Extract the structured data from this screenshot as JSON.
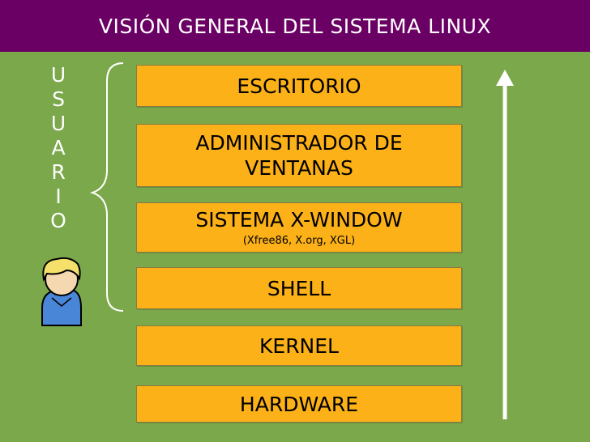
{
  "header": {
    "title": "VISIÓN GENERAL DEL SISTEMA LINUX"
  },
  "user_label": {
    "letters": [
      "U",
      "S",
      "U",
      "A",
      "R",
      "I",
      "O"
    ]
  },
  "layers": [
    {
      "label": "ESCRITORIO"
    },
    {
      "label_line1": "ADMINISTRADOR DE",
      "label_line2": "VENTANAS"
    },
    {
      "label": "SISTEMA X-WINDOW",
      "sub": "(Xfree86, X.org, XGL)"
    },
    {
      "label": "SHELL"
    },
    {
      "label": "KERNEL"
    },
    {
      "label": "HARDWARE"
    }
  ],
  "icons": {
    "user": "user-avatar-icon",
    "arrow": "up-arrow-icon",
    "brace": "left-brace-icon"
  },
  "colors": {
    "background": "#7aa84a",
    "title_bar": "#6a0064",
    "layer_fill": "#fbb117",
    "text_light": "#ffffff"
  }
}
